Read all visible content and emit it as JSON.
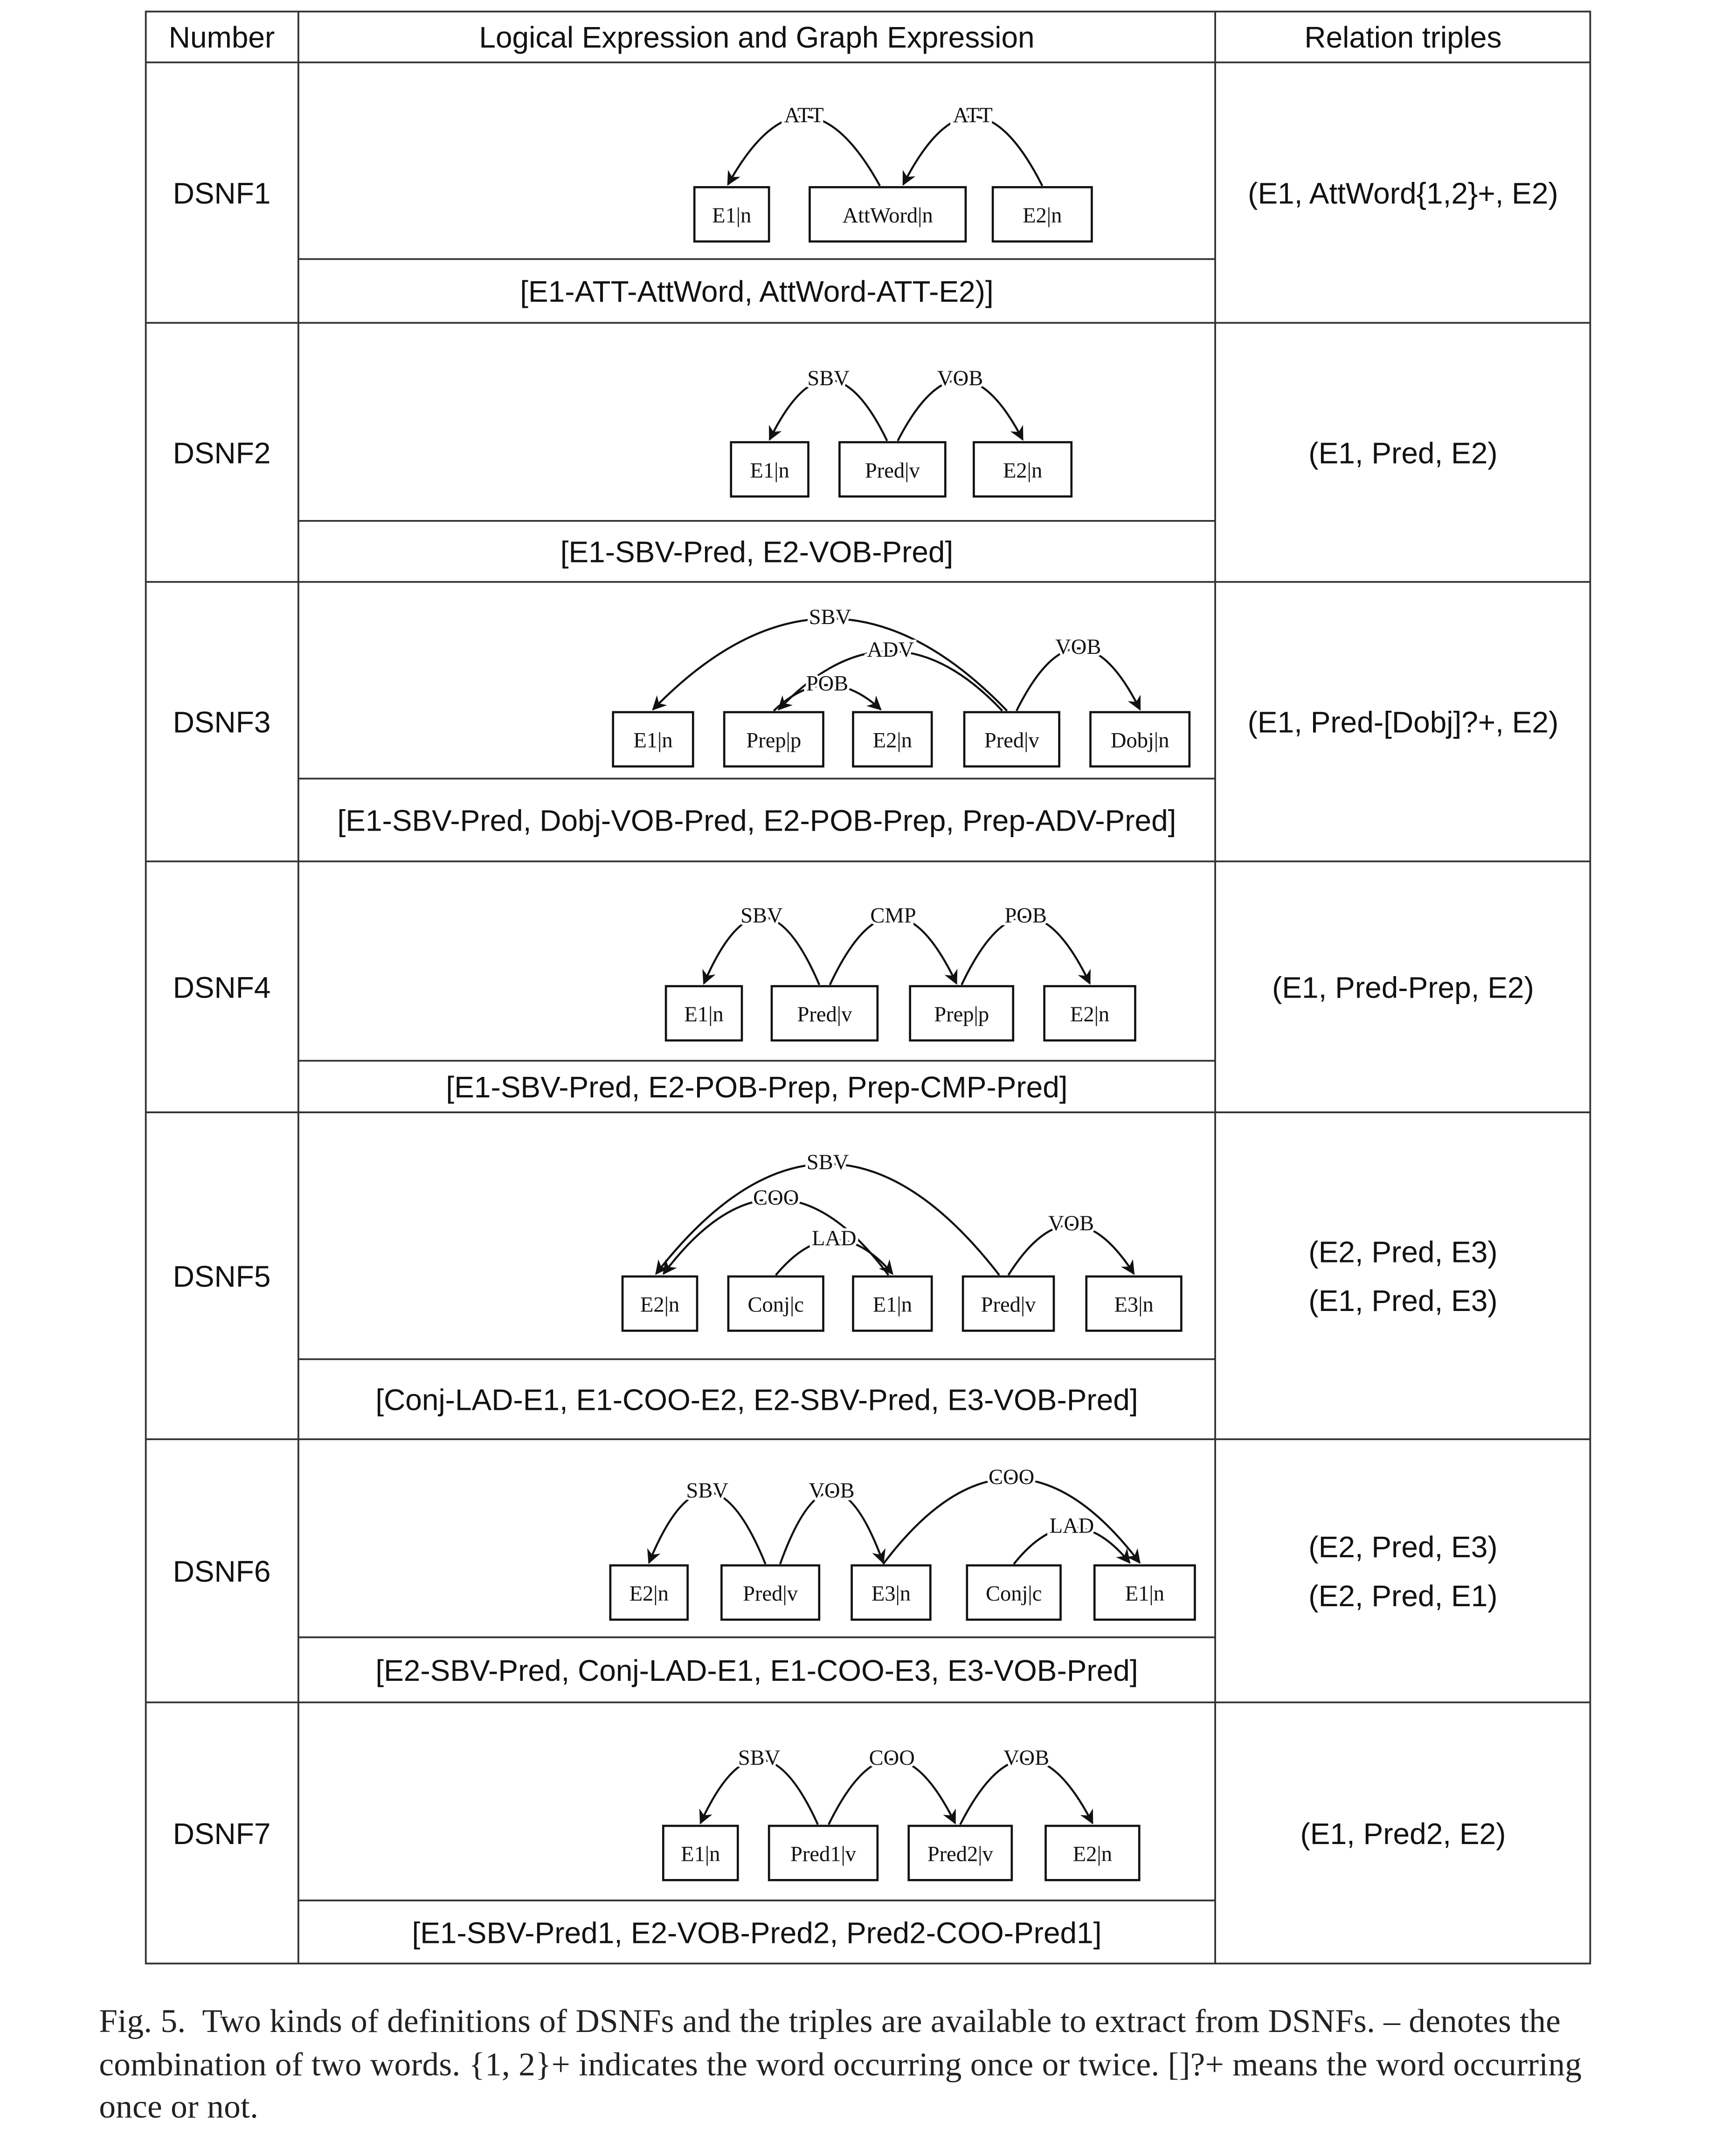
{
  "table": {
    "headers": [
      "Number",
      "Logical Expression and Graph Expression",
      "Relation triples"
    ],
    "rows": [
      {
        "number": "DSNF1",
        "triples": [
          "(E1, AttWord{1,2}+, E2)"
        ],
        "expression": "[E1-ATT-AttWord, AttWord-ATT-E2)]",
        "nodes": [
          "E1|n",
          "AttWord|n",
          "E2|n"
        ],
        "arcs": [
          {
            "label": "ATT",
            "from": 1,
            "to": 0
          },
          {
            "label": "ATT",
            "from": 2,
            "to": 1
          }
        ]
      },
      {
        "number": "DSNF2",
        "triples": [
          "(E1, Pred, E2)"
        ],
        "expression": "[E1-SBV-Pred, E2-VOB-Pred]",
        "nodes": [
          "E1|n",
          "Pred|v",
          "E2|n"
        ],
        "arcs": [
          {
            "label": "SBV",
            "from": 1,
            "to": 0
          },
          {
            "label": "VOB",
            "from": 1,
            "to": 2
          }
        ]
      },
      {
        "number": "DSNF3",
        "triples": [
          "(E1, Pred-[Dobj]?+, E2)"
        ],
        "expression": "[E1-SBV-Pred, Dobj-VOB-Pred, E2-POB-Prep, Prep-ADV-Pred]",
        "nodes": [
          "E1|n",
          "Prep|p",
          "E2|n",
          "Pred|v",
          "Dobj|n"
        ],
        "arcs": [
          {
            "label": "SBV",
            "from": 3,
            "to": 0
          },
          {
            "label": "ADV",
            "from": 3,
            "to": 1
          },
          {
            "label": "POB",
            "from": 1,
            "to": 2
          },
          {
            "label": "VOB",
            "from": 3,
            "to": 4
          }
        ]
      },
      {
        "number": "DSNF4",
        "triples": [
          "(E1, Pred-Prep, E2)"
        ],
        "expression": "[E1-SBV-Pred, E2-POB-Prep, Prep-CMP-Pred]",
        "nodes": [
          "E1|n",
          "Pred|v",
          "Prep|p",
          "E2|n"
        ],
        "arcs": [
          {
            "label": "SBV",
            "from": 1,
            "to": 0
          },
          {
            "label": "CMP",
            "from": 1,
            "to": 2
          },
          {
            "label": "POB",
            "from": 2,
            "to": 3
          }
        ]
      },
      {
        "number": "DSNF5",
        "triples": [
          "(E2, Pred, E3)",
          "(E1, Pred, E3)"
        ],
        "expression": "[Conj-LAD-E1, E1-COO-E2, E2-SBV-Pred, E3-VOB-Pred]",
        "nodes": [
          "E2|n",
          "Conj|c",
          "E1|n",
          "Pred|v",
          "E3|n"
        ],
        "arcs": [
          {
            "label": "SBV",
            "from": 3,
            "to": 0
          },
          {
            "label": "COO",
            "from": 2,
            "to": 0
          },
          {
            "label": "LAD",
            "from": 1,
            "to": 2
          },
          {
            "label": "VOB",
            "from": 3,
            "to": 4
          }
        ]
      },
      {
        "number": "DSNF6",
        "triples": [
          "(E2, Pred, E3)",
          "(E2, Pred, E1)"
        ],
        "expression": "[E2-SBV-Pred, Conj-LAD-E1, E1-COO-E3, E3-VOB-Pred]",
        "nodes": [
          "E2|n",
          "Pred|v",
          "E3|n",
          "Conj|c",
          "E1|n"
        ],
        "arcs": [
          {
            "label": "SBV",
            "from": 1,
            "to": 0
          },
          {
            "label": "VOB",
            "from": 1,
            "to": 2
          },
          {
            "label": "COO",
            "from": 2,
            "to": 4
          },
          {
            "label": "LAD",
            "from": 3,
            "to": 4
          }
        ]
      },
      {
        "number": "DSNF7",
        "triples": [
          "(E1, Pred2, E2)"
        ],
        "expression": "[E1-SBV-Pred1, E2-VOB-Pred2, Pred2-COO-Pred1]",
        "nodes": [
          "E1|n",
          "Pred1|v",
          "Pred2|v",
          "E2|n"
        ],
        "arcs": [
          {
            "label": "SBV",
            "from": 1,
            "to": 0
          },
          {
            "label": "COO",
            "from": 1,
            "to": 2
          },
          {
            "label": "VOB",
            "from": 2,
            "to": 3
          }
        ]
      }
    ]
  },
  "caption": {
    "label": "Fig. 5.",
    "text": "Two kinds of definitions of DSNFs and the triples are available to extract from DSNFs. – denotes the combination of two words. {1, 2}+ indicates the word occurring once or twice. []?+ means the word occurring once or not."
  }
}
